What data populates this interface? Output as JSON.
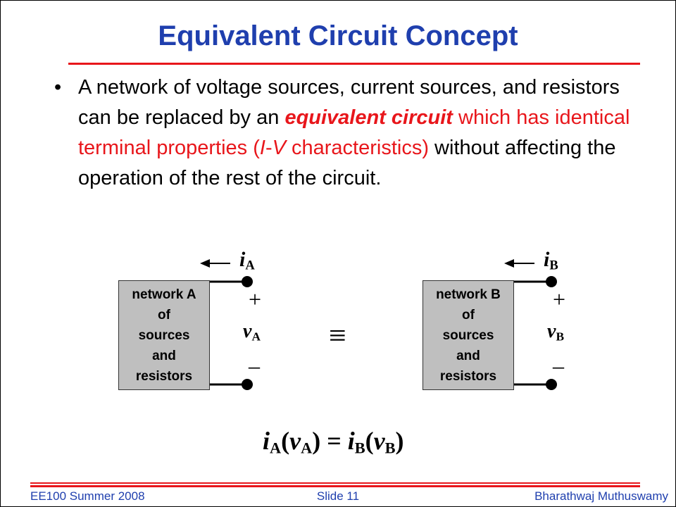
{
  "slide": {
    "title": "Equivalent Circuit Concept",
    "bullet": {
      "dot": "•",
      "part1": "A network of voltage sources, current sources, and resistors can be replaced by an ",
      "emph": "equivalent circuit",
      "part2": " which has identical terminal properties (",
      "i_sym": "I",
      "dash": "-",
      "v_sym": "V",
      "part3": " characteristics)",
      "part4": " without affecting the operation of the rest of the circuit."
    },
    "network_a": {
      "lines": [
        "network A",
        "of",
        "sources",
        "and",
        "resistors"
      ]
    },
    "network_b": {
      "lines": [
        "network B",
        "of",
        "sources",
        "and",
        "resistors"
      ]
    },
    "label_a": {
      "i": "i",
      "i_sub": "A",
      "v": "v",
      "v_sub": "A",
      "plus": "+",
      "minus": "–"
    },
    "label_b": {
      "i": "i",
      "i_sub": "B",
      "v": "v",
      "v_sub": "B",
      "plus": "+",
      "minus": "–"
    },
    "equiv_symbol": "≡",
    "equation": {
      "i1": "i",
      "s1": "A",
      "p1": "(",
      "v1": "v",
      "s2": "A",
      "p2": ")",
      "eq": " = ",
      "i2": "i",
      "s3": "B",
      "p3": "(",
      "v2": "v",
      "s4": "B",
      "p4": ")"
    },
    "footer": {
      "left": "EE100 Summer 2008",
      "center": "Slide 11",
      "right": "Bharathwaj Muthuswamy"
    },
    "colors": {
      "title": "#1f3fae",
      "accent": "#e8161b",
      "box": "#bfbfbf"
    }
  }
}
